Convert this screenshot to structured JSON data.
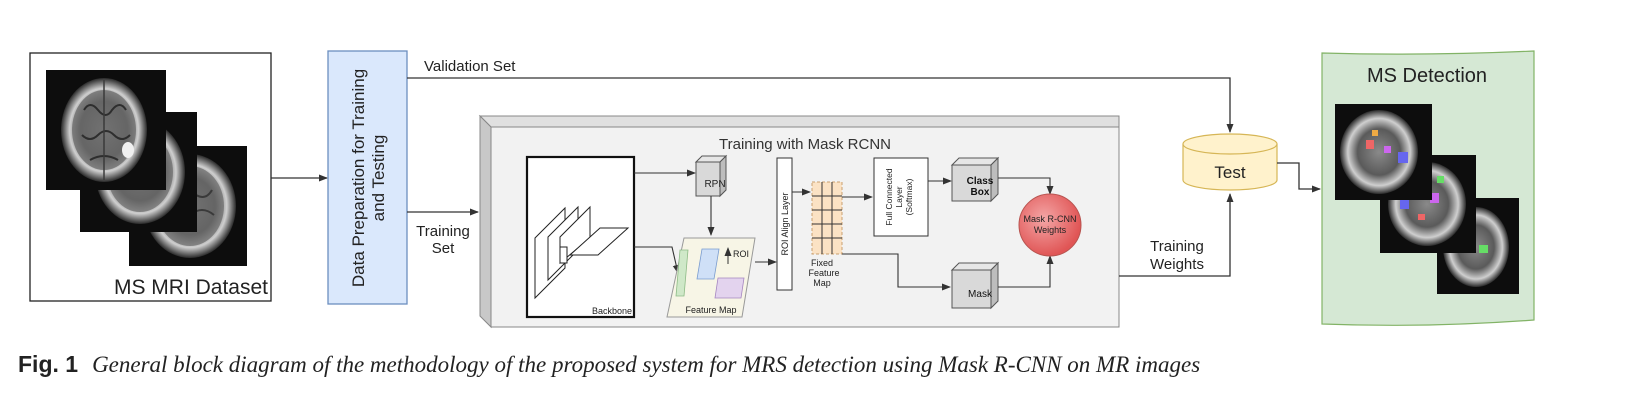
{
  "diagram": {
    "dataset_label": "MS MRI Dataset",
    "prep_label_line1": "Data Preparation  for Training",
    "prep_label_line2": "and Testing",
    "validation_label": "Validation Set",
    "training_set_line1": "Training",
    "training_set_line2": "Set",
    "training_title": "Training with Mask RCNN",
    "backbone_label": "Backbone",
    "rpn_label": "RPN",
    "roi_label": "ROI",
    "feature_map_label": "Feature Map",
    "roi_align_label": "ROI Align Layer",
    "fixed_map_line1": "Fixed",
    "fixed_map_line2": "Feature",
    "fixed_map_line3": "Map",
    "fc_line1": "Full Connected",
    "fc_line2": "Layer",
    "fc_line3": "(Softmax)",
    "class_box_line1": "Class",
    "class_box_line2": "Box",
    "mask_label": "Mask",
    "weights_line1": "Mask R-CNN",
    "weights_line2": "Weights",
    "training_weights_line1": "Training",
    "training_weights_line2": "Weights",
    "test_label": "Test",
    "detection_title": "MS Detection"
  },
  "caption": {
    "fig_label": "Fig. 1",
    "text": "General block diagram of the methodology of the proposed system for MRS detection using Mask R-CNN on MR images"
  },
  "colors": {
    "prep_fill": "#dae8fc",
    "prep_stroke": "#6c8ebf",
    "test_fill": "#fff2cc",
    "test_stroke": "#d6b656",
    "detection_fill": "#d5e8d4",
    "detection_stroke": "#82b366",
    "weights_fill": "#e06666",
    "training_panel": "#f2f2f2"
  }
}
